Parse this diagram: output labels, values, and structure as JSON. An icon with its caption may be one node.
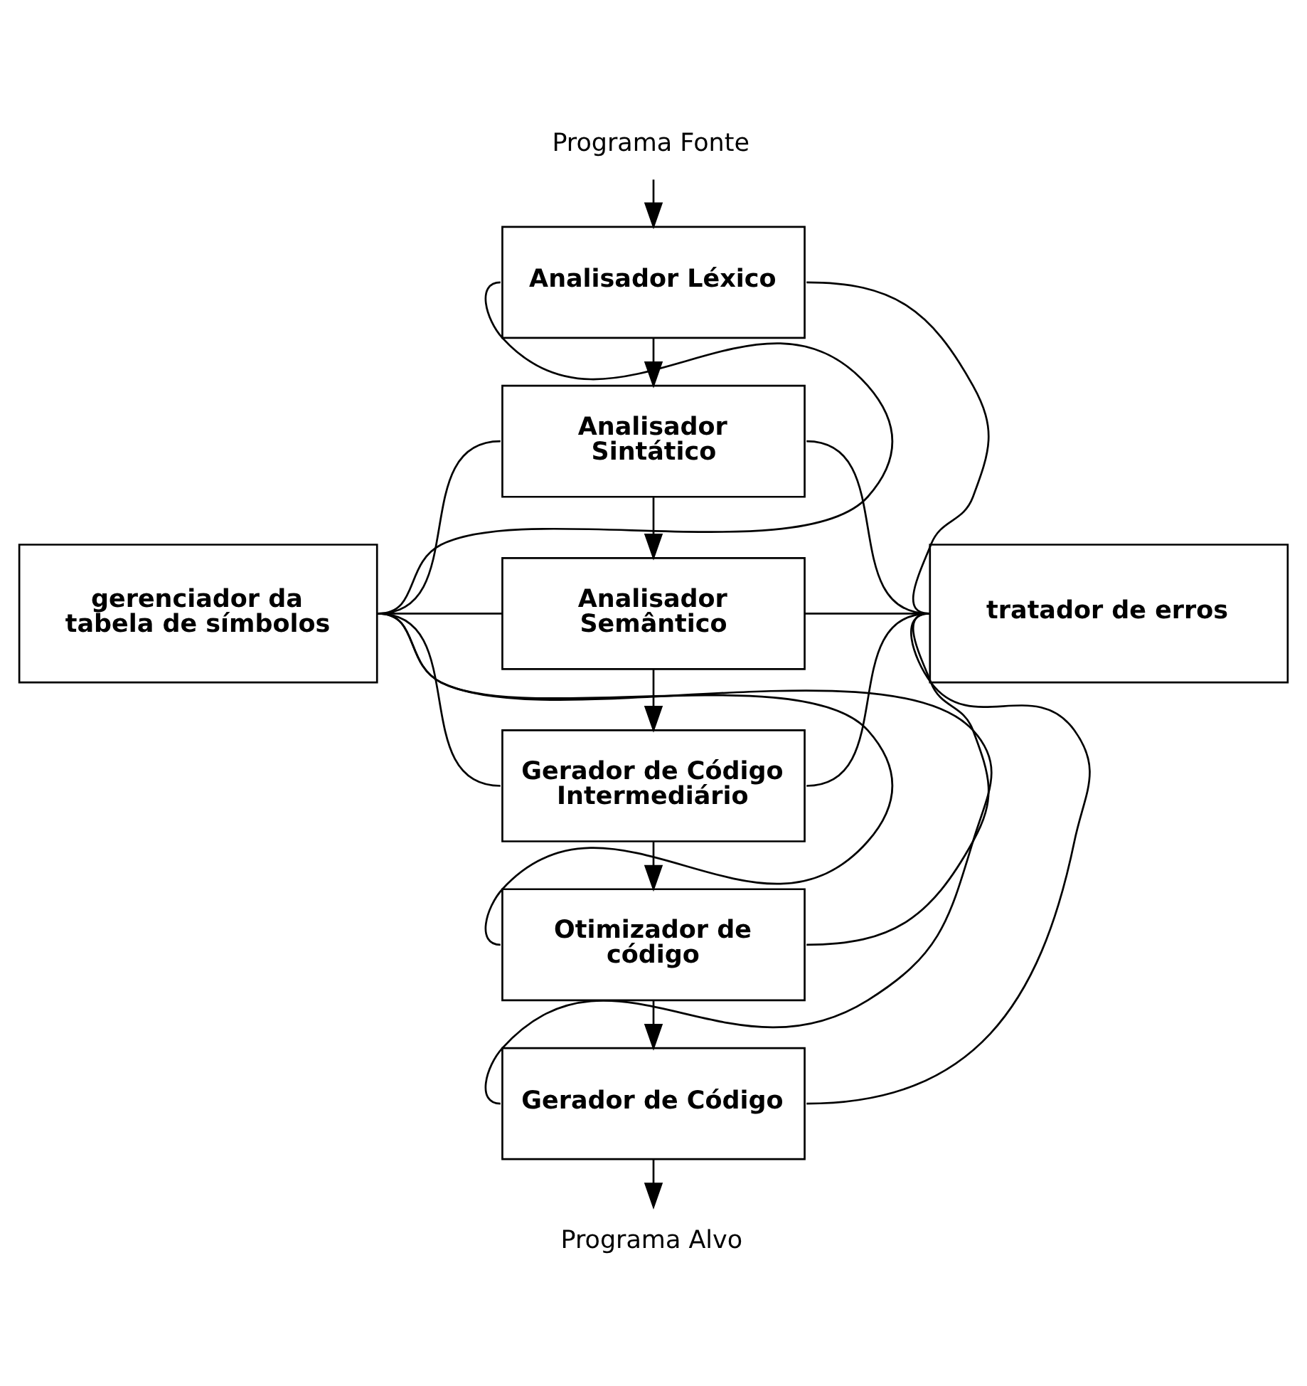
{
  "diagram": {
    "nodes": [
      {
        "text": [
          "Programa Fonte"
        ]
      },
      {
        "text": [
          "Analisador Léxico"
        ]
      },
      {
        "text": [
          "Analisador Sintático"
        ]
      },
      {
        "text": [
          "Analisador Semântico"
        ]
      },
      {
        "text": [
          "gerenciador da tabela de símbolos"
        ]
      },
      {
        "text": [
          "tratador de erros"
        ]
      },
      {
        "text": [
          "Gerador de Código Intermediário"
        ]
      },
      {
        "text": [
          "Otimizador de código"
        ]
      },
      {
        "text": [
          "Gerador de Código"
        ]
      },
      {
        "text": [
          "Programa Alvo"
        ]
      }
    ],
    "edges": [
      {
        "from": 0,
        "to": 1,
        "arrow": "to"
      },
      {
        "from": 1,
        "to": 2,
        "arrow": "to"
      },
      {
        "from": 2,
        "to": 3,
        "arrow": "to"
      },
      {
        "from": 3,
        "to": 6,
        "arrow": "to"
      },
      {
        "from": 6,
        "to": 7,
        "arrow": "to"
      },
      {
        "from": 7,
        "to": 8,
        "arrow": "to"
      },
      {
        "from": 8,
        "to": 9,
        "arrow": "to"
      },
      {
        "from": 4,
        "to": 1,
        "arrow": "none"
      },
      {
        "from": 4,
        "to": 2,
        "arrow": "none"
      },
      {
        "from": 4,
        "to": 3,
        "arrow": "none"
      },
      {
        "from": 4,
        "to": 6,
        "arrow": "none"
      },
      {
        "from": 4,
        "to": 7,
        "arrow": "none"
      },
      {
        "from": 4,
        "to": 8,
        "arrow": "none"
      },
      {
        "from": 5,
        "to": 1,
        "arrow": "none"
      },
      {
        "from": 5,
        "to": 2,
        "arrow": "none"
      },
      {
        "from": 5,
        "to": 3,
        "arrow": "none"
      },
      {
        "from": 5,
        "to": 6,
        "arrow": "none"
      },
      {
        "from": 5,
        "to": 7,
        "arrow": "none"
      },
      {
        "from": 5,
        "to": 8,
        "arrow": "none"
      }
    ]
  }
}
